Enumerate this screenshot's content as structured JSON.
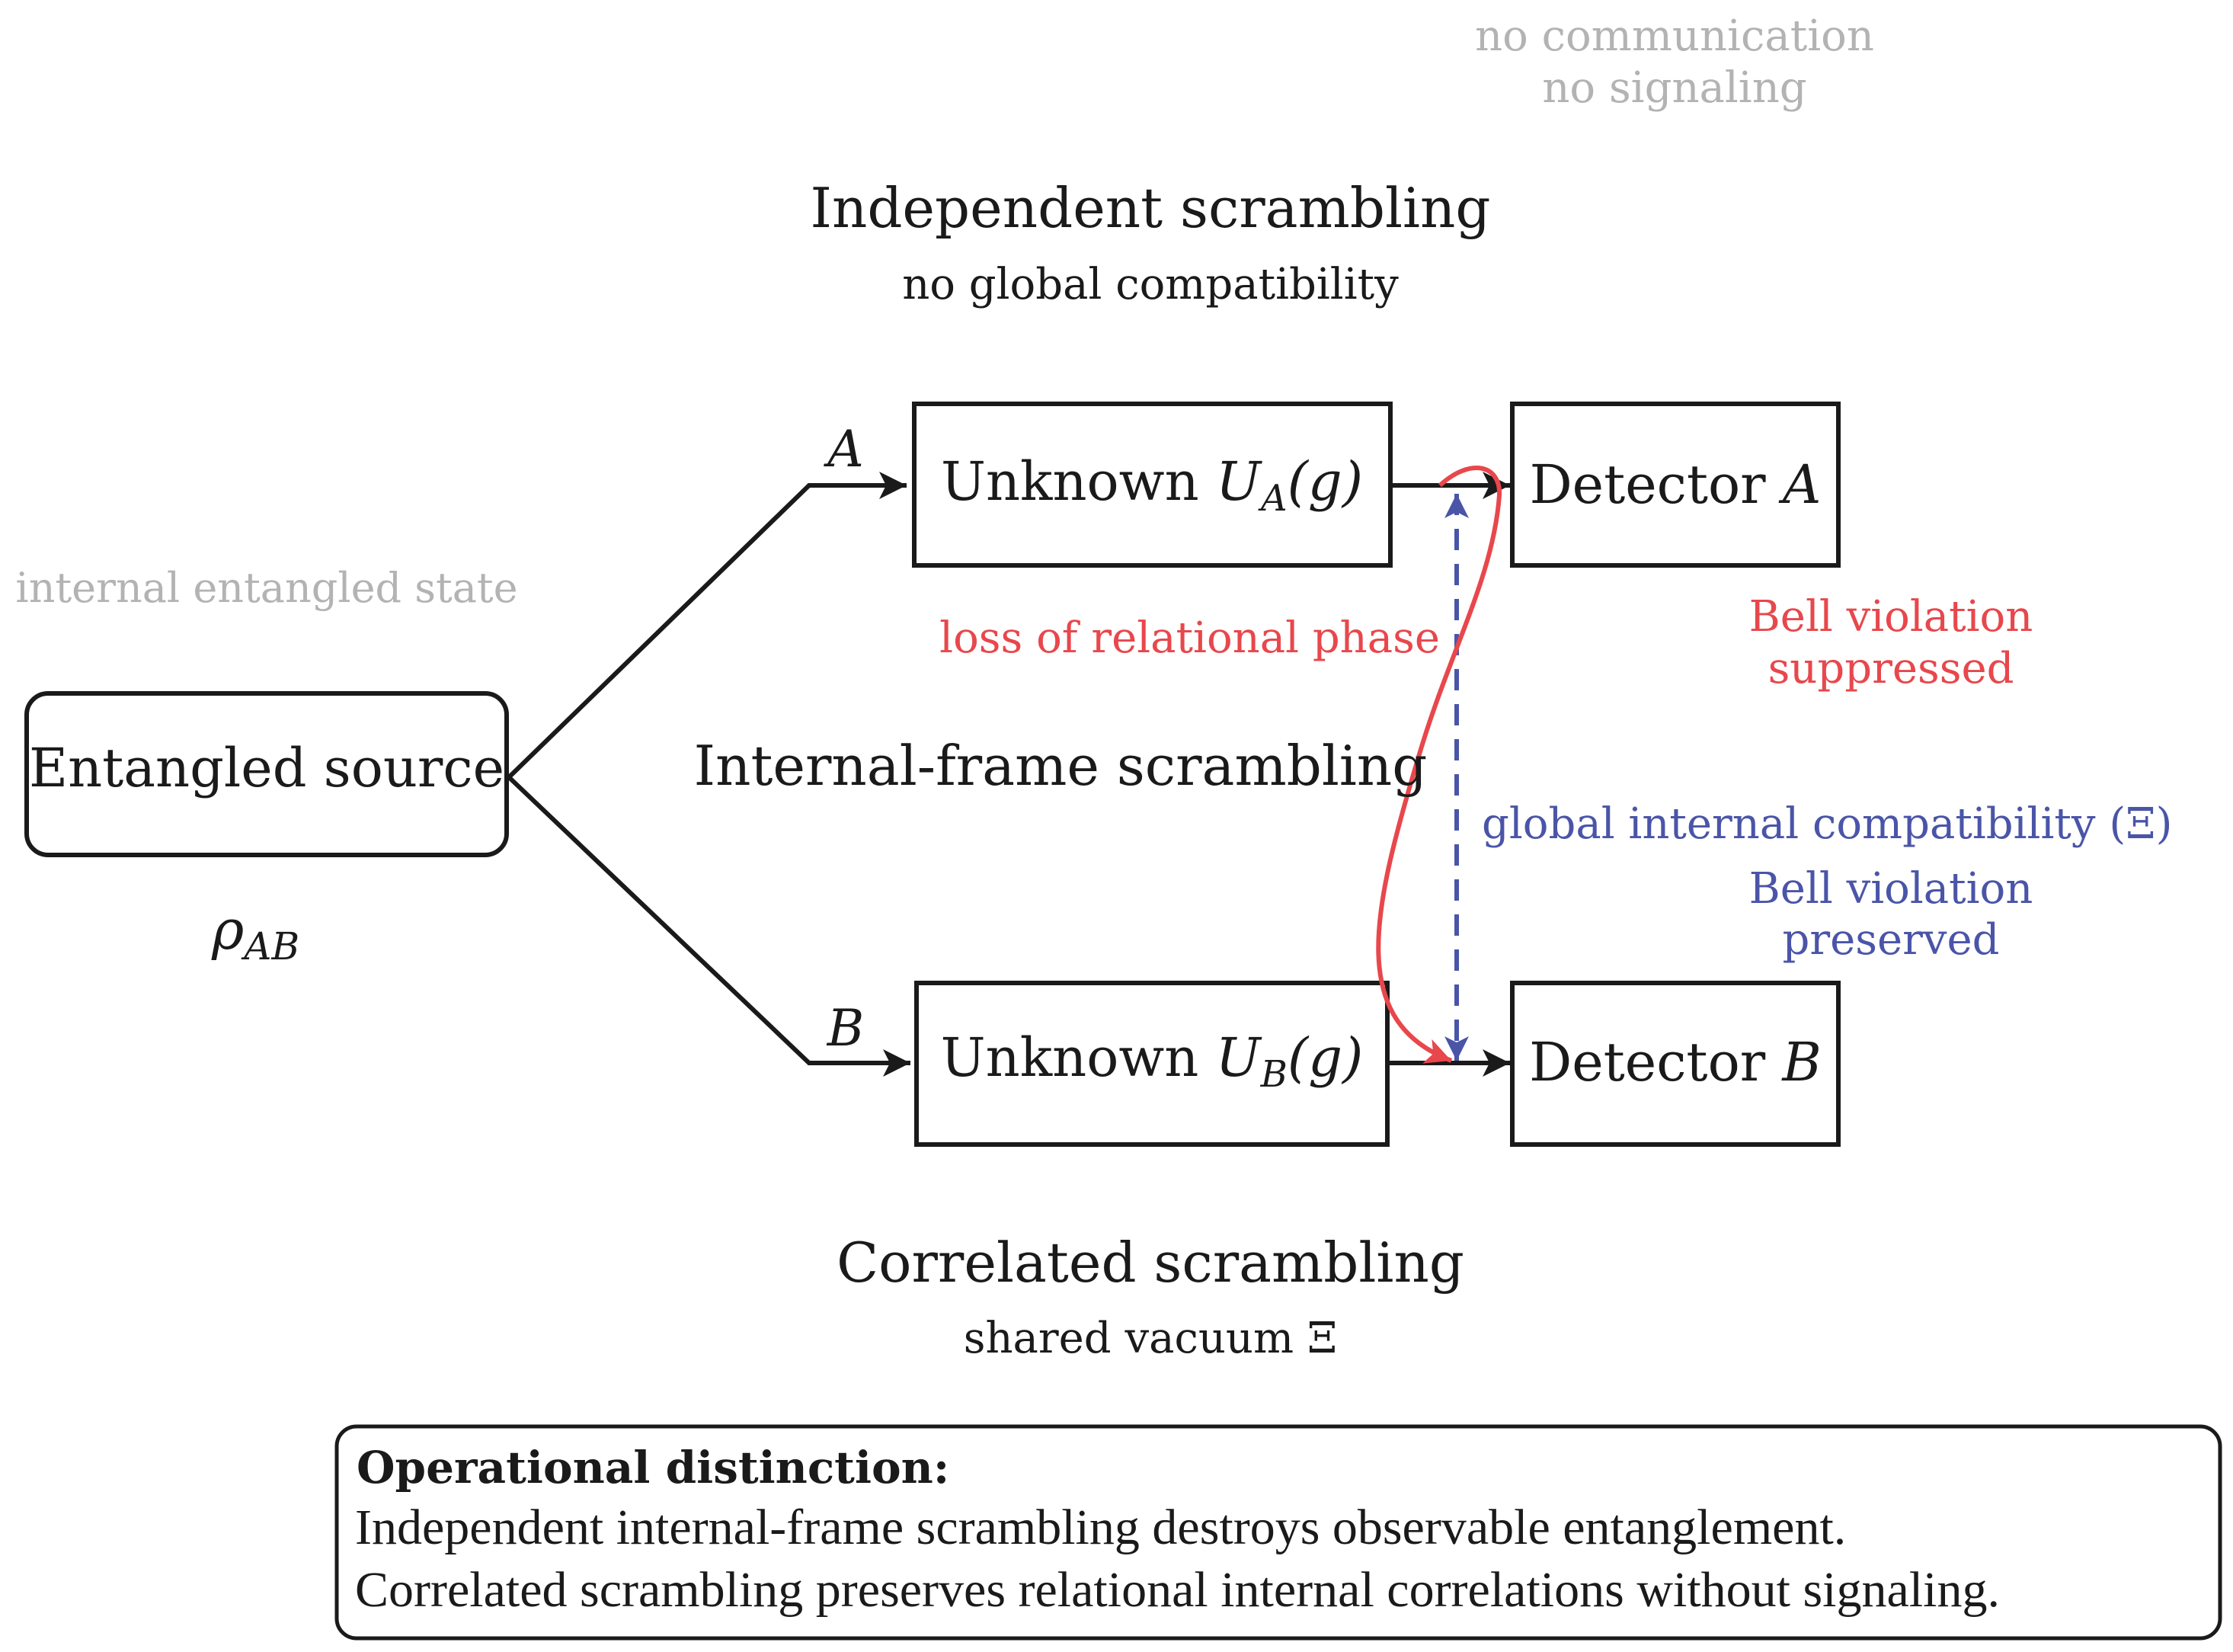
{
  "header_note": {
    "line1": "no communication",
    "line2": "no signaling"
  },
  "independent": {
    "title": "Independent scrambling",
    "subtitle": "no global compatibility"
  },
  "source": {
    "note": "internal entangled state",
    "label": "Entangled source",
    "state_symbol": "ρ",
    "state_sub": "AB"
  },
  "branch_labels": {
    "a": "A",
    "b": "B"
  },
  "unitary_a": {
    "prefix": "Unknown ",
    "symbol": "U",
    "sub": "A",
    "arg": "(g)"
  },
  "unitary_b": {
    "prefix": "Unknown ",
    "symbol": "U",
    "sub": "B",
    "arg": "(g)"
  },
  "detector_a": {
    "prefix": "Detector ",
    "symbol": "A"
  },
  "detector_b": {
    "prefix": "Detector ",
    "symbol": "B"
  },
  "middle_label": "Internal-frame scrambling",
  "red_note": "loss of relational phase",
  "bell_suppressed": {
    "line1": "Bell violation",
    "line2": "suppressed"
  },
  "blue_note": "global internal compatibility (Ξ)",
  "bell_preserved": {
    "line1": "Bell violation",
    "line2": "preserved"
  },
  "correlated": {
    "title": "Correlated scrambling",
    "subtitle": "shared vacuum Ξ"
  },
  "summary": {
    "heading": "Operational distinction:",
    "line1": "Independent internal-frame scrambling destroys observable entanglement.",
    "line2": "Correlated scrambling preserves relational internal correlations without signaling."
  },
  "colors": {
    "black": "#1a1a1a",
    "gray": "#b3b3b3",
    "red": "#e8474c",
    "blue": "#4a55a8"
  }
}
